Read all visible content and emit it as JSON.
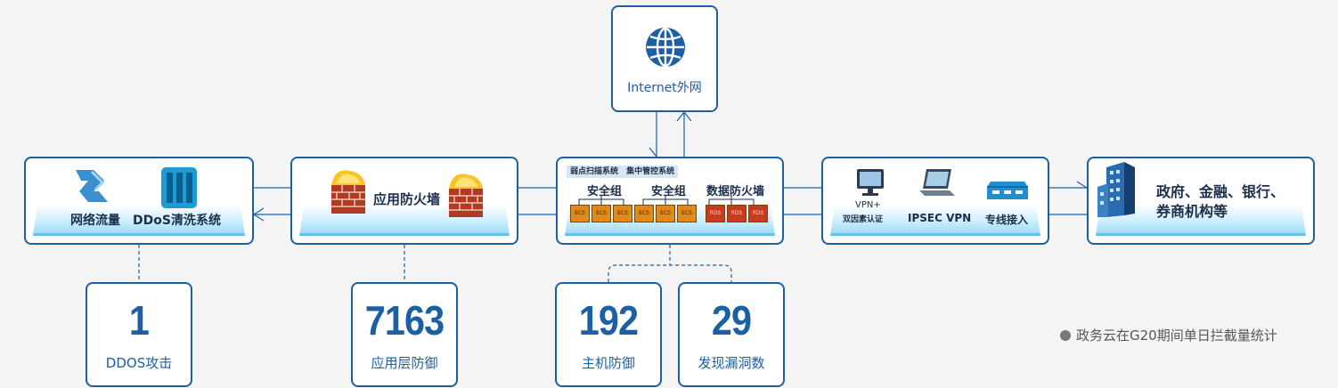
{
  "internet": {
    "label": "Internet外网",
    "icon": "globe-icon"
  },
  "nodes": {
    "ddos": {
      "flow_label": "网络流量",
      "cleaning_label": "DDoS清洗系统"
    },
    "waf": {
      "label": "应用防火墙"
    },
    "security": {
      "scan_label": "弱点扫描系统",
      "control_label": "集中管控系统",
      "group_label_1": "安全组",
      "group_label_2": "安全组",
      "db_firewall_label": "数据防火墙",
      "ecs_chips": [
        "ECS",
        "ECS",
        "ECS",
        "ECS",
        "ECS",
        "ECS"
      ],
      "rds_chips": [
        "RDS",
        "RDS",
        "RDS"
      ]
    },
    "access": {
      "vpn_label": "VPN+",
      "vpn_sub_label": "双因素认证",
      "ipsec_label": "IPSEC VPN",
      "leased_label": "专线接入"
    },
    "clients": {
      "line1": "政府、金融、银行、",
      "line2": "券商机构等"
    }
  },
  "stats": [
    {
      "value": "1",
      "caption": "DDOS攻击"
    },
    {
      "value": "7163",
      "caption": "应用层防御"
    },
    {
      "value": "192",
      "caption": "主机防御"
    },
    {
      "value": "29",
      "caption": "发现漏洞数"
    }
  ],
  "note": "政务云在G20期间单日拦截量统计",
  "colors": {
    "border": "#1d5fa3",
    "platform": "#9fdcf7",
    "text": "#1b2f4a"
  }
}
